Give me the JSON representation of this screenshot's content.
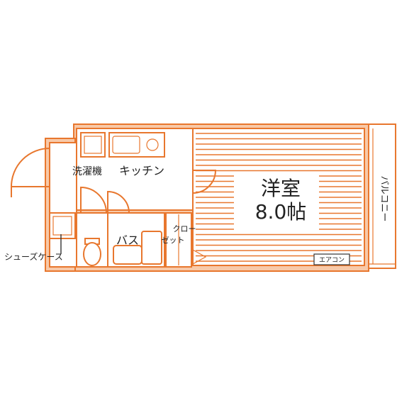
{
  "floor_plan": {
    "rooms": {
      "western_room": {
        "name": "洋室",
        "size": "8.0帖"
      },
      "kitchen": {
        "label": "キッチン"
      },
      "laundry": {
        "label": "洗濯機"
      },
      "bath": {
        "label": "バス"
      },
      "closet": {
        "label_line1": "クロー",
        "label_line2": "ゼット"
      },
      "balcony": {
        "label": "バルコニー"
      }
    },
    "labels": {
      "shoe_case": "シューズケース",
      "air_conditioner": "エアコン"
    },
    "colors": {
      "wall_stroke": "#e8772e",
      "wall_fill": "#f8c9a8",
      "room_fill": "#ffffff"
    }
  }
}
